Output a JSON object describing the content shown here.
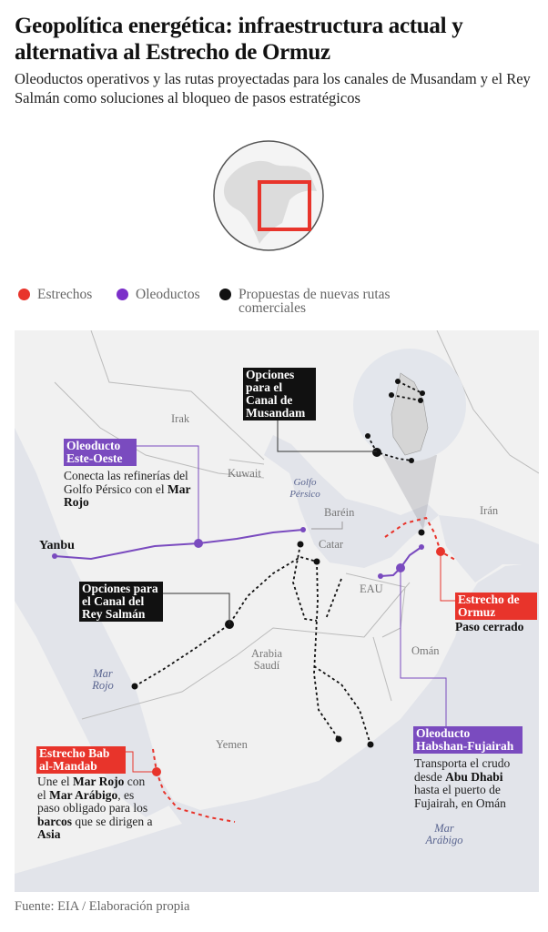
{
  "title": "Geopolítica energética: infraestructura actual y alternativa al Estrecho de Ormuz",
  "subtitle": "Oleoductos operativos y las rutas proyectadas para los canales de Musandam y el Rey Salmán como soluciones al bloqueo de pasos estratégicos",
  "legend": [
    {
      "label": "Estrechos",
      "color": "#e8342b"
    },
    {
      "label": "Oleoductos",
      "color": "#7b2fc9"
    },
    {
      "label": "Propuestas de nuevas rutas comerciales",
      "color": "#111111"
    }
  ],
  "colors": {
    "strait": "#e8342b",
    "pipeline": "#7a4bbf",
    "proposal": "#111111",
    "land": "#f1f1f1",
    "sea": "#e2e4ea"
  },
  "map": {
    "countries": {
      "irak": "Irak",
      "kuwait": "Kuwait",
      "barein": "Baréin",
      "catar": "Catar",
      "iran": "Irán",
      "eau": "EAU",
      "oman": "Omán",
      "arabia": "Arabia Saudí",
      "yemen": "Yemen"
    },
    "seas": {
      "golfo": "Golfo Pérsico",
      "mar_rojo": "Mar Rojo",
      "mar_arabigo": "Mar Arábigo"
    },
    "cities": {
      "yanbu": "Yanbu"
    },
    "callouts": {
      "musandam": "Opciones para el Canal de Musandam",
      "rey_salman": "Opciones para el Canal del Rey Salmán",
      "este_oeste": {
        "title": "Oleoducto Este-Oeste",
        "desc": [
          {
            "t": "Conecta las refinerías del Golfo Pérsico con el ",
            "b": false
          },
          {
            "t": "Mar Rojo",
            "b": true
          }
        ]
      },
      "ormuz": {
        "title": "Estrecho de Ormuz",
        "desc": "Paso cerrado"
      },
      "habshan": {
        "title": "Oleoducto Habshan-Fujairah",
        "desc": [
          {
            "t": "Transporta el crudo desde ",
            "b": false
          },
          {
            "t": "Abu Dhabi",
            "b": true
          },
          {
            "t": " hasta el puerto de Fujairah, en Omán",
            "b": false
          }
        ]
      },
      "bab": {
        "title": "Estrecho Bab al-Mandab",
        "desc": [
          {
            "t": "Une el ",
            "b": false
          },
          {
            "t": "Mar Rojo",
            "b": true
          },
          {
            "t": " con el ",
            "b": false
          },
          {
            "t": "Mar Arábigo",
            "b": true
          },
          {
            "t": ", es paso obligado para los ",
            "b": false
          },
          {
            "t": "barcos",
            "b": true
          },
          {
            "t": " que se dirigen a ",
            "b": false
          },
          {
            "t": "Asia",
            "b": true
          }
        ]
      }
    }
  },
  "source": "Fuente: EIA / Elaboración propia"
}
